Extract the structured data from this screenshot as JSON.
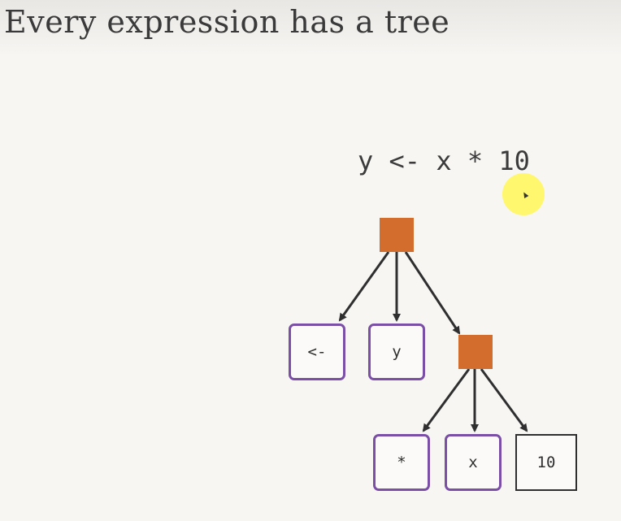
{
  "slide": {
    "title": "Every expression has a tree"
  },
  "expression": {
    "code": "y <- x * 10"
  },
  "tree": {
    "root": {
      "kind": "call",
      "color": "#d26d2e"
    },
    "children_of_root": [
      {
        "kind": "symbol",
        "label": "<-"
      },
      {
        "kind": "symbol",
        "label": "y"
      },
      {
        "kind": "call",
        "color": "#d26d2e"
      }
    ],
    "children_of_call": [
      {
        "kind": "symbol",
        "label": "*"
      },
      {
        "kind": "symbol",
        "label": "x"
      },
      {
        "kind": "constant",
        "label": "10"
      }
    ],
    "colors": {
      "call": "#d26d2e",
      "symbol_border": "#7a4fa5",
      "constant_border": "#2f2f2f",
      "edge": "#2f2f2f"
    }
  }
}
